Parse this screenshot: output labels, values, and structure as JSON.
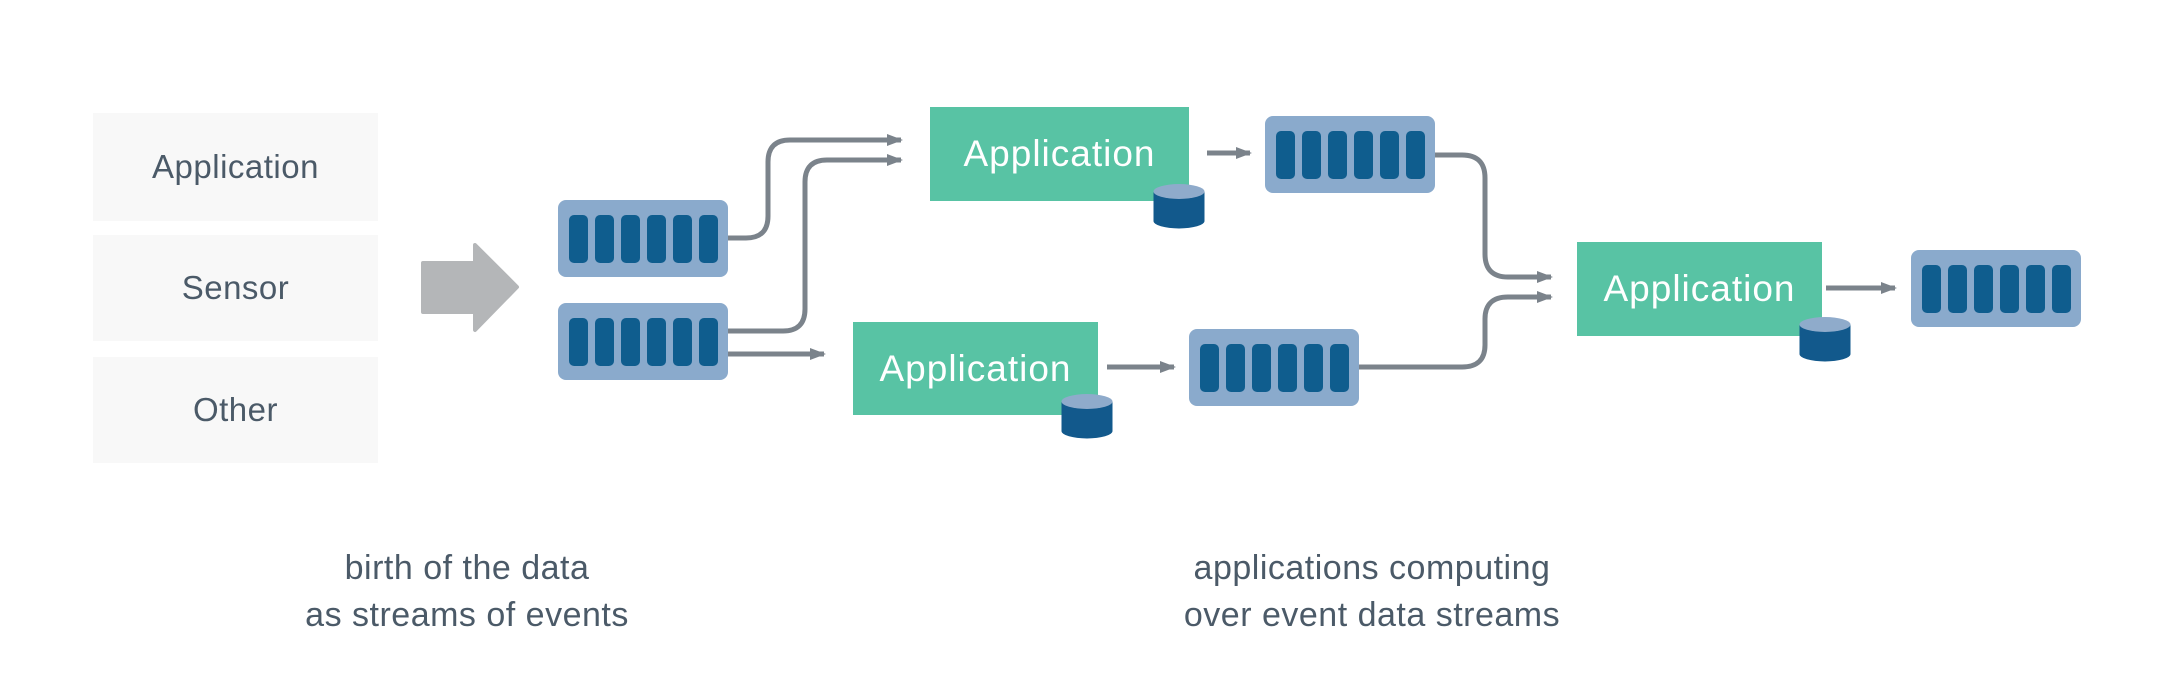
{
  "colors": {
    "background": "#ffffff",
    "app_box": "#58c3a4",
    "app_text": "#ffffff",
    "stream_bg": "#8aaacc",
    "stream_bar": "#0f5d8e",
    "cylinder_body": "#12598c",
    "cylinder_top": "#8fabcb",
    "connector": "#7b838b",
    "ingest_arrow": "#b4b6b8",
    "source_box_bg": "#f8f8f8",
    "label_text": "#4b5a68"
  },
  "stream_segments": 6,
  "sources": {
    "items": [
      {
        "label": "Application"
      },
      {
        "label": "Sensor"
      },
      {
        "label": "Other"
      }
    ]
  },
  "apps": [
    {
      "label": "Application"
    },
    {
      "label": "Application"
    },
    {
      "label": "Application"
    }
  ],
  "captions": [
    {
      "line1": "birth of the data",
      "line2": "as streams of events"
    },
    {
      "line1": "applications computing",
      "line2": "over event data streams"
    }
  ]
}
